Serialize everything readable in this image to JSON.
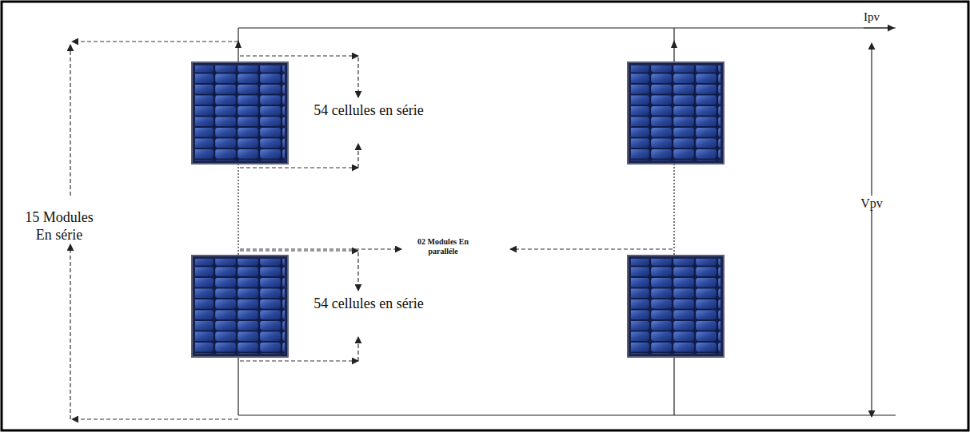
{
  "diagram": {
    "labels": [
      "15 Modules En série",
      "54 cellules en série",
      "54 cellules en série",
      "02 Modules En paralléle",
      "Ipv",
      "Vpv"
    ]
  }
}
